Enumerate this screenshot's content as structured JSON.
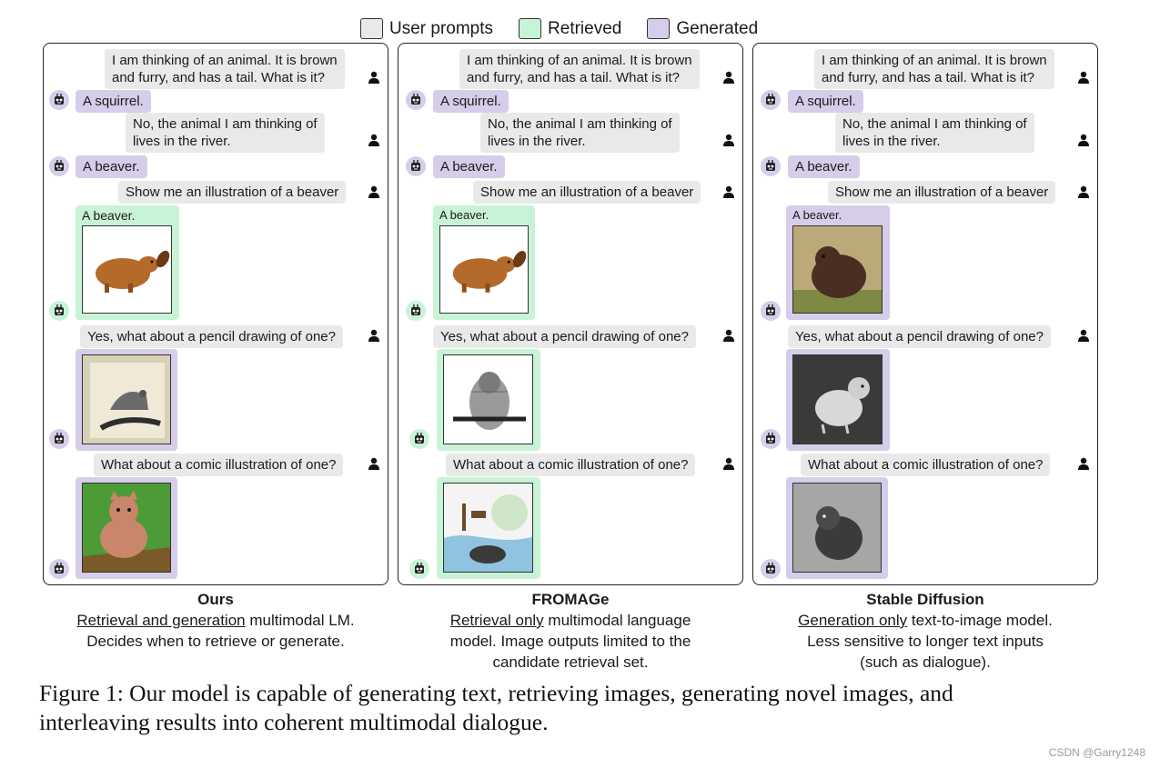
{
  "legend": {
    "user_label": "User prompts",
    "retrieved_label": "Retrieved",
    "generated_label": "Generated",
    "colors": {
      "user": "#e9e9e9",
      "retrieved": "#c9f3d6",
      "generated": "#d6cdeb"
    }
  },
  "dialogue": {
    "q1_line1": "I am thinking of an animal. It is brown",
    "q1_line2": "and furry, and has a tail. What is it?",
    "a1": "A squirrel.",
    "q2_line1": "No, the animal I am thinking of",
    "q2_line2": "lives in the river.",
    "a2": "A beaver.",
    "q3": "Show me an illustration of a beaver",
    "image_caption": "A beaver.",
    "q4": "Yes, what about a pencil drawing of one?",
    "q5": "What about a comic illustration of one?"
  },
  "panels": [
    {
      "title": "Ours",
      "desc_underlined": "Retrieval and generation",
      "desc_rest": " multimodal LM.",
      "desc_line2": "Decides when to retrieve or generate.",
      "desc_line3": ""
    },
    {
      "title": "FROMAGe",
      "desc_underlined": "Retrieval only",
      "desc_rest": " multimodal language",
      "desc_line2": "model. Image outputs limited to the",
      "desc_line3": "candidate retrieval set."
    },
    {
      "title": "Stable Diffusion",
      "desc_underlined": "Generation only",
      "desc_rest": " text-to-image model.",
      "desc_line2": "Less sensitive to longer text inputs",
      "desc_line3": "(such as dialogue)."
    }
  ],
  "figure_caption": {
    "line1": "Figure 1: Our model is capable of generating text, retrieving images, generating novel images, and",
    "line2": "interleaving results into coherent multimodal dialogue."
  },
  "watermark": "CSDN @Garry1248",
  "icons": {
    "user": "person-icon",
    "model": "bot-icon"
  }
}
